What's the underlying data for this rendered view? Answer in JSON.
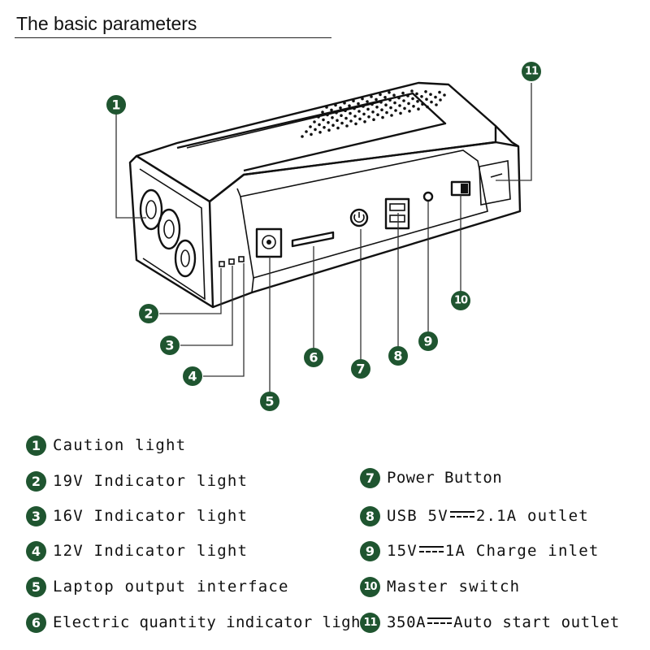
{
  "header": {
    "title": "The basic parameters"
  },
  "callouts": [
    "1",
    "2",
    "3",
    "4",
    "5",
    "6",
    "7",
    "8",
    "9",
    "10",
    "11"
  ],
  "legend_left": [
    {
      "num": "1",
      "text": "Caution light"
    },
    {
      "num": "2",
      "text": "19V Indicator light"
    },
    {
      "num": "3",
      "text": "16V Indicator light"
    },
    {
      "num": "4",
      "text": "12V Indicator light"
    },
    {
      "num": "5",
      "text": "Laptop output interface"
    },
    {
      "num": "6",
      "text": "Electric quantity indicator light"
    }
  ],
  "legend_right": [
    {
      "num": "7",
      "text": "Power Button"
    },
    {
      "num": "8",
      "pre": "USB 5V",
      "post": "2.1A outlet"
    },
    {
      "num": "9",
      "pre": "15V",
      "post": "1A Charge inlet"
    },
    {
      "num": "10",
      "text": "Master switch"
    },
    {
      "num": "11",
      "pre": "350A",
      "post": "Auto start outlet"
    }
  ],
  "colors": {
    "badge": "#1f5530",
    "line": "#111111",
    "background": "#ffffff"
  },
  "icons": [
    "dc-symbol"
  ]
}
